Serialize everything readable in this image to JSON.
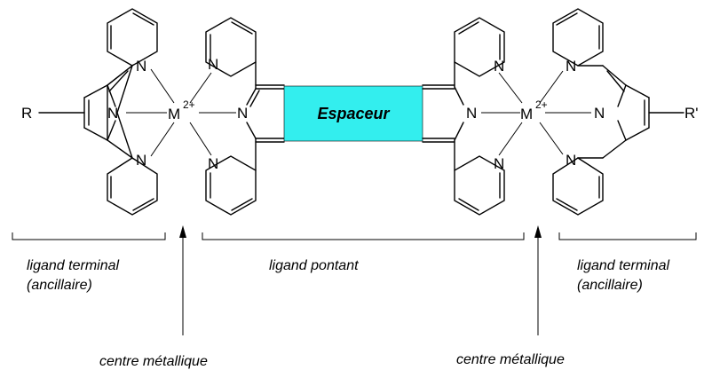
{
  "atoms": {
    "n": "N",
    "metal": "M",
    "charge": "2+",
    "r_left": "R",
    "r_right": "R'"
  },
  "spacer": {
    "label": "Espaceur",
    "color": "#33eeee"
  },
  "captions": {
    "terminal_left_line1": "ligand terminal",
    "terminal_left_line2": "(ancillaire)",
    "bridging": "ligand pontant",
    "terminal_right_line1": "ligand terminal",
    "terminal_right_line2": "(ancillaire)",
    "metal_left": "centre métallique",
    "metal_right": "centre métallique"
  },
  "colors": {
    "ink": "#000000",
    "background": "#ffffff"
  }
}
